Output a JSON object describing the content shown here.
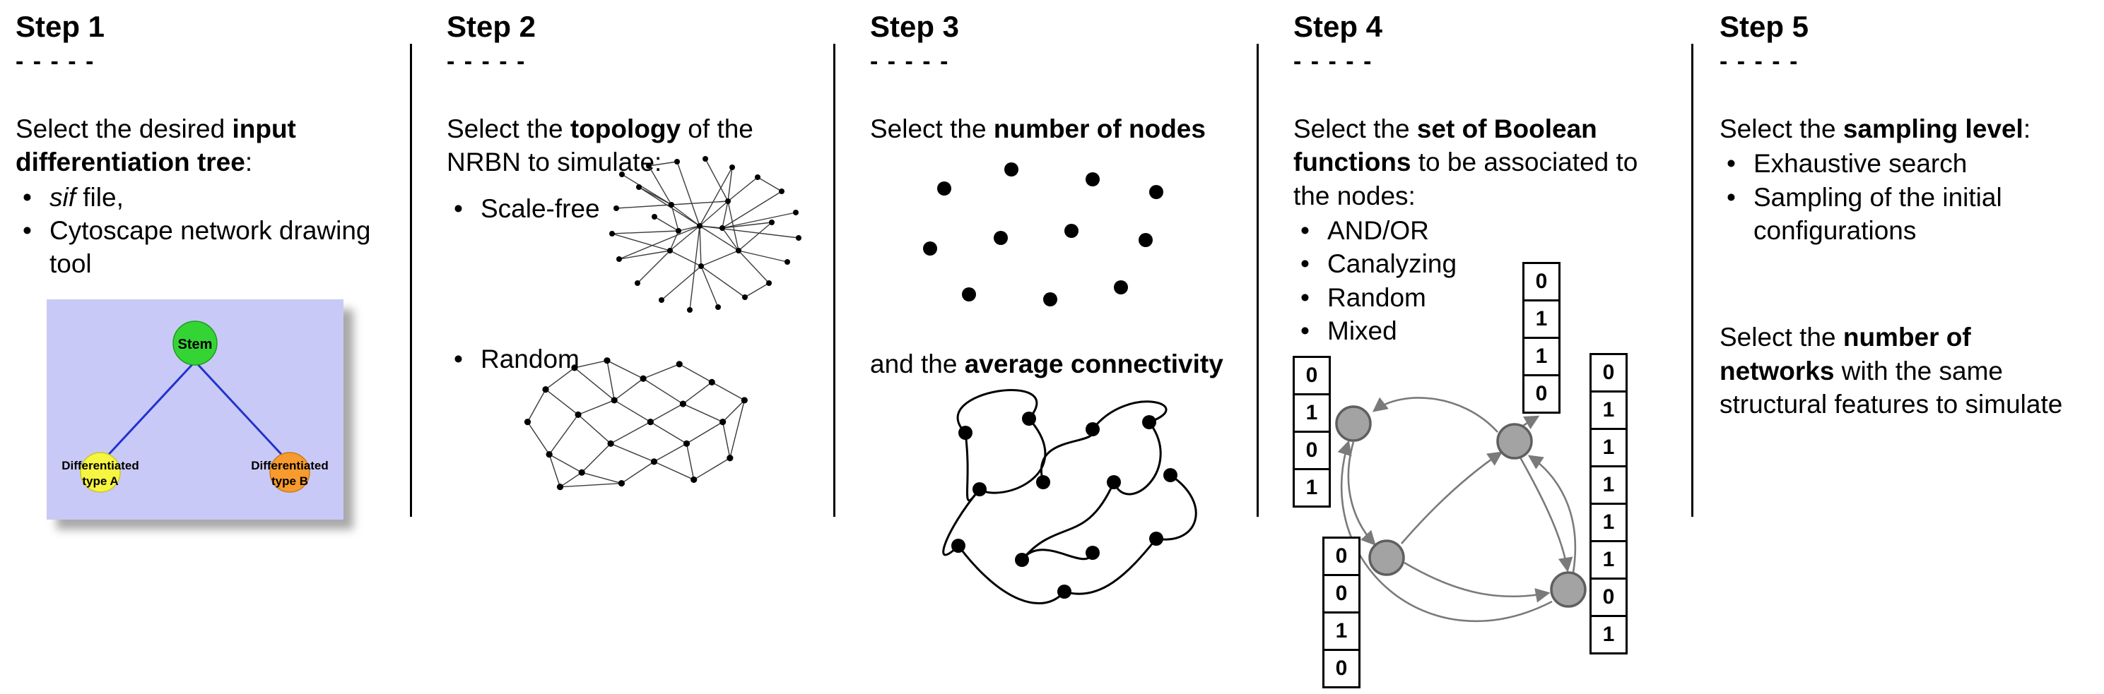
{
  "steps": {
    "step1": {
      "title": "Step 1",
      "dashes": "- - - - -",
      "intro_pre": "Select the desired ",
      "intro_bold": "input differentiation tree",
      "intro_post": ":",
      "bullet1_italic": "sif",
      "bullet1_rest": " file,",
      "bullet2": "Cytoscape network drawing tool",
      "tree": {
        "stem": "Stem",
        "left_line1": "Differentiated",
        "left_line2": "type A",
        "right_line1": "Differentiated",
        "right_line2": "type B"
      }
    },
    "step2": {
      "title": "Step 2",
      "dashes": "- - - - -",
      "intro_pre": "Select the ",
      "intro_bold": "topology",
      "intro_post": " of the NRBN to simulate:",
      "bullet1": "Scale-free",
      "bullet2": "Random"
    },
    "step3": {
      "title": "Step 3",
      "dashes": "- - - - -",
      "line1_pre": "Select the ",
      "line1_bold": "number of nodes",
      "line2_pre": "and the ",
      "line2_bold": "average connectivity"
    },
    "step4": {
      "title": "Step 4",
      "dashes": "- - - - -",
      "intro_pre": "Select the ",
      "intro_bold": "set of Boolean functions",
      "intro_post": " to be associated to the nodes:",
      "bullets": [
        "AND/OR",
        "Canalyzing",
        "Random",
        "Mixed"
      ],
      "tables": {
        "left": [
          "0",
          "1",
          "0",
          "1"
        ],
        "top": [
          "0",
          "1",
          "1",
          "0"
        ],
        "bottom_left": [
          "0",
          "0",
          "1",
          "0"
        ],
        "right": [
          "0",
          "1",
          "1",
          "1",
          "1",
          "1",
          "0",
          "1"
        ]
      }
    },
    "step5": {
      "title": "Step 5",
      "dashes": "- - - - -",
      "intro_pre": "Select the ",
      "intro_bold": "sampling level",
      "intro_post": ":",
      "bullet1": "Exhaustive search",
      "bullet2": "Sampling of the initial configurations",
      "second_pre": "Select the ",
      "second_bold": "number of networks",
      "second_post": " with the same structural features to simulate"
    }
  }
}
